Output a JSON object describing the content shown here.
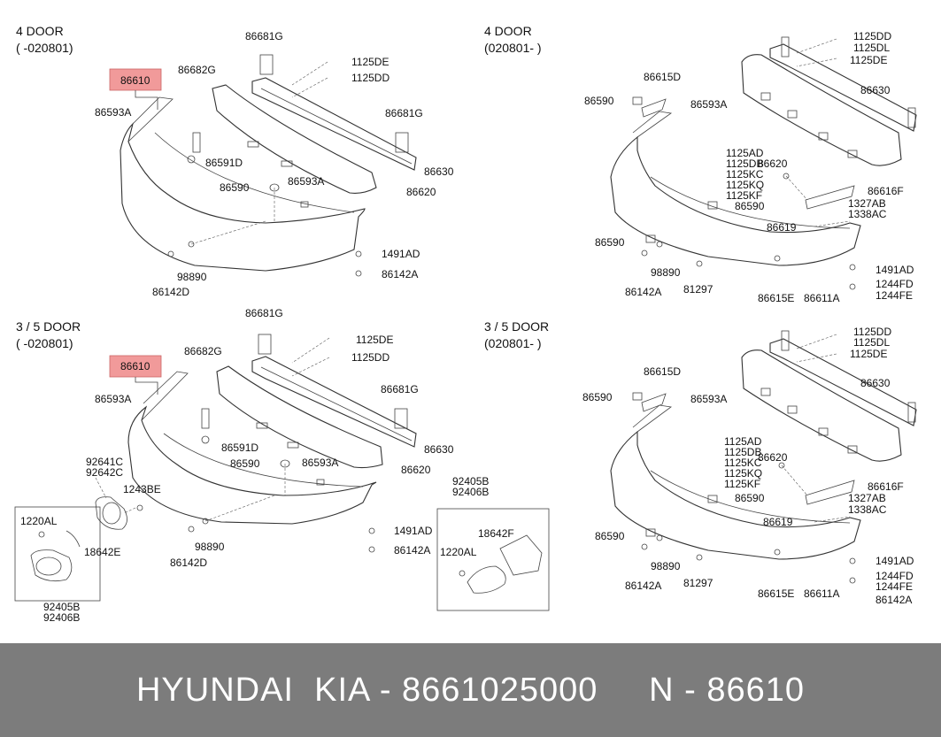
{
  "q1": {
    "header": [
      "4 DOOR",
      "( -020801)"
    ],
    "highlight": "86610",
    "labels": {
      "a": "86593A",
      "b": "86682G",
      "c": "86681G",
      "d": "1125DE",
      "e": "1125DD",
      "f": "86681G",
      "g": "86591D",
      "h": "86630",
      "i": "86593A",
      "j": "86590",
      "k": "86620",
      "l": "1491AD",
      "m": "98890",
      "n": "86142A",
      "o": "86142D"
    }
  },
  "q2": {
    "header": [
      "4 DOOR",
      "(020801- )"
    ],
    "labels": {
      "a": "1125DD",
      "b": "1125DL",
      "c": "1125DE",
      "d": "86615D",
      "e": "86590",
      "f": "86593A",
      "g": "86630",
      "h": "1125AD",
      "i": "1125DB",
      "j": "86620",
      "k": "1125KC",
      "l": "1125KQ",
      "m": "86616F",
      "n": "1125KF",
      "o": "1327AB",
      "p": "86590",
      "q": "1338AC",
      "r": "86619",
      "s": "86590",
      "t": "1491AD",
      "u": "98890",
      "v": "1244FD",
      "w": "81297",
      "x": "1244FE",
      "y": "86142A",
      "z": "86615E",
      "aa": "86611A"
    }
  },
  "q3": {
    "header": [
      "3 / 5 DOOR",
      "( -020801)"
    ],
    "highlight": "86610",
    "labels": {
      "a": "86681G",
      "b": "1125DE",
      "c": "86682G",
      "d": "1125DD",
      "e": "86593A",
      "f": "86681G",
      "g": "86591D",
      "h": "86630",
      "i": "86590",
      "j": "86593A",
      "k": "92641C",
      "l": "92642C",
      "m": "86620",
      "n": "1243BE",
      "o": "1220AL",
      "p": "18642E",
      "q": "1491AD",
      "r": "98890",
      "s": "86142A",
      "t": "86142D",
      "u": "92405B",
      "v": "92406B",
      "w": "92405B",
      "x": "92406B",
      "y": "18642F",
      "z": "1220AL"
    }
  },
  "q4": {
    "header": [
      "3 / 5 DOOR",
      "(020801- )"
    ],
    "labels": {
      "a": "1125DD",
      "b": "1125DL",
      "c": "1125DE",
      "d": "86615D",
      "e": "86590",
      "f": "86593A",
      "g": "86630",
      "h": "1125AD",
      "i": "1125DB",
      "j": "86620",
      "k": "1125KC",
      "l": "1125KQ",
      "m": "86616F",
      "n": "1125KF",
      "o": "1327AB",
      "p": "86590",
      "q": "1338AC",
      "r": "86619",
      "s": "86590",
      "t": "1491AD",
      "u": "98890",
      "v": "1244FD",
      "w": "1244FE",
      "x": "81297",
      "y": "86142A",
      "z": "86615E",
      "aa": "86611A",
      "ab": "86142A"
    }
  },
  "footer": {
    "text": "HYUNDAI  KIA - 8661025000     N - 86610"
  }
}
